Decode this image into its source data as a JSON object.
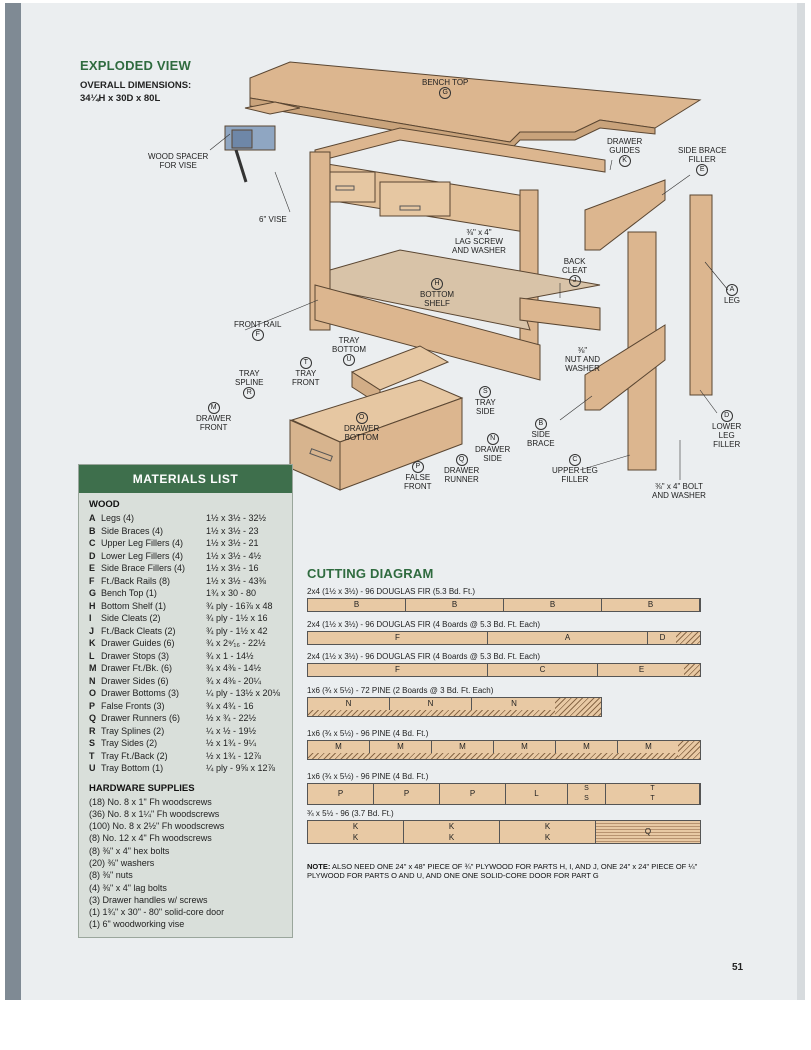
{
  "header": {
    "title": "EXPLODED VIEW",
    "dims_label": "OVERALL DIMENSIONS:",
    "dims_value": "34¼H x 30D x 80L"
  },
  "labels": {
    "bench_top": "BENCH TOP",
    "bench_top_id": "G",
    "wood_spacer": "WOOD SPACER\nFOR VISE",
    "vise": "6\" VISE",
    "drawer_guides": "DRAWER\nGUIDES",
    "drawer_guides_id": "K",
    "side_brace_filler": "SIDE BRACE\nFILLER",
    "side_brace_filler_id": "E",
    "lag_screw": "⅜\" x 4\"\nLAG SCREW\nAND WASHER",
    "back_cleat": "BACK\nCLEAT",
    "back_cleat_id": "J",
    "leg": "LEG",
    "leg_id": "A",
    "bottom_shelf": "BOTTOM\nSHELF",
    "bottom_shelf_id": "H",
    "front_rail": "FRONT RAIL",
    "front_rail_id": "F",
    "tray_bottom": "TRAY\nBOTTOM",
    "tray_bottom_id": "U",
    "tray_front": "TRAY\nFRONT",
    "tray_front_id": "T",
    "tray_spline": "TRAY\nSPLINE",
    "tray_spline_id": "R",
    "nut_washer": "⅜\"\nNUT AND\nWASHER",
    "drawer_front": "DRAWER\nFRONT",
    "drawer_front_id": "M",
    "drawer_bottom": "DRAWER\nBOTTOM",
    "drawer_bottom_id": "O",
    "tray_side": "TRAY\nSIDE",
    "tray_side_id": "S",
    "side_brace": "SIDE\nBRACE",
    "side_brace_id": "B",
    "drawer_side": "DRAWER\nSIDE",
    "drawer_side_id": "N",
    "lower_leg_filler": "LOWER\nLEG\nFILLER",
    "lower_leg_filler_id": "D",
    "false_front": "FALSE\nFRONT",
    "false_front_id": "P",
    "drawer_runner": "DRAWER\nRUNNER",
    "drawer_runner_id": "Q",
    "upper_leg_filler": "UPPER LEG\nFILLER",
    "upper_leg_filler_id": "C",
    "bolt_washer": "⅜\" x 4\" BOLT\nAND WASHER"
  },
  "materials": {
    "title": "MATERIALS LIST",
    "wood_heading": "WOOD",
    "wood": [
      {
        "id": "A",
        "name": "Legs (4)",
        "dim": "1½ x 3½ - 32½"
      },
      {
        "id": "B",
        "name": "Side Braces (4)",
        "dim": "1½ x 3½ - 23"
      },
      {
        "id": "C",
        "name": "Upper Leg Fillers (4)",
        "dim": "1½ x 3½ - 21"
      },
      {
        "id": "D",
        "name": "Lower Leg Fillers (4)",
        "dim": "1½ x 3½ - 4½"
      },
      {
        "id": "E",
        "name": "Side Brace Fillers (4)",
        "dim": "1½ x 3½ - 16"
      },
      {
        "id": "F",
        "name": "Ft./Back Rails (8)",
        "dim": "1½ x 3½ - 43⅜"
      },
      {
        "id": "G",
        "name": "Bench Top (1)",
        "dim": "1¾ x 30 - 80"
      },
      {
        "id": "H",
        "name": "Bottom Shelf (1)",
        "dim": "¾ ply - 16⅞ x 48"
      },
      {
        "id": "I",
        "name": "Side Cleats (2)",
        "dim": "¾ ply - 1½ x 16"
      },
      {
        "id": "J",
        "name": "Ft./Back Cleats (2)",
        "dim": "¾ ply - 1½ x 42"
      },
      {
        "id": "K",
        "name": "Drawer Guides (6)",
        "dim": "¾ x 2⁹⁄₁₆ - 22½"
      },
      {
        "id": "L",
        "name": "Drawer Stops (3)",
        "dim": "¾ x 1 - 14½"
      },
      {
        "id": "M",
        "name": "Drawer Ft./Bk. (6)",
        "dim": "¾ x 4⅜ - 14½"
      },
      {
        "id": "N",
        "name": "Drawer Sides (6)",
        "dim": "¾ x 4⅜ - 20¼"
      },
      {
        "id": "O",
        "name": "Drawer Bottoms (3)",
        "dim": "¼ ply - 13½ x 20⅛"
      },
      {
        "id": "P",
        "name": "False Fronts (3)",
        "dim": "¾ x 4¾ - 16"
      },
      {
        "id": "Q",
        "name": "Drawer Runners (6)",
        "dim": "½ x ¾ - 22½"
      },
      {
        "id": "R",
        "name": "Tray Splines (2)",
        "dim": "¼ x ½ - 19½"
      },
      {
        "id": "S",
        "name": "Tray Sides (2)",
        "dim": "½ x 1¾ - 9¼"
      },
      {
        "id": "T",
        "name": "Tray Ft./Back (2)",
        "dim": "½ x 1¾ - 12⅞"
      },
      {
        "id": "U",
        "name": "Tray Bottom (1)",
        "dim": "¼ ply - 9⅝ x 12⅞"
      }
    ],
    "hardware_heading": "HARDWARE SUPPLIES",
    "hardware": [
      "(18) No. 8 x 1\" Fh woodscrews",
      "(36) No. 8 x 1¼\" Fh woodscrews",
      "(100) No. 8 x 2½\" Fh woodscrews",
      "(8) No. 12 x 4\" Fh woodscrews",
      "(8) ⅜\" x 4\" hex bolts",
      "(20) ⅜\" washers",
      "(8) ⅜\" nuts",
      "(4) ⅜\" x 4\" lag bolts",
      "(3) Drawer handles w/ screws",
      "(1) 1¾\" x 30\" - 80\" solid-core door",
      "(1) 6\" woodworking vise"
    ]
  },
  "cutting": {
    "title": "CUTTING DIAGRAM",
    "boards": [
      {
        "label": "2x4 (1½ x 3½) - 96 DOUGLAS FIR (5.3 Bd. Ft.)",
        "segs": [
          "B",
          "B",
          "B",
          "B"
        ]
      },
      {
        "label": "2x4 (1½ x 3½) - 96 DOUGLAS FIR (4 Boards @ 5.3 Bd. Ft. Each)",
        "segs": [
          "F",
          "A",
          "D"
        ]
      },
      {
        "label": "2x4 (1½ x 3½) - 96 DOUGLAS FIR (4 Boards @ 5.3 Bd. Ft. Each)",
        "segs": [
          "F",
          "C",
          "E"
        ]
      },
      {
        "label": "1x6 (¾ x 5½) - 72 PINE (2 Boards @ 3 Bd. Ft. Each)",
        "segs": [
          "N",
          "N",
          "N"
        ]
      },
      {
        "label": "1x6 (¾ x 5½) - 96 PINE (4 Bd. Ft.)",
        "segs": [
          "M",
          "M",
          "M",
          "M",
          "M",
          "M"
        ]
      },
      {
        "label": "1x6 (¾ x 5½) - 96 PINE (4 Bd. Ft.)",
        "segs": [
          "P",
          "P",
          "P",
          "L",
          "S",
          "S",
          "T",
          "T"
        ]
      },
      {
        "label": "¾ x 5½ - 96 (3.7 Bd. Ft.)",
        "segs": [
          "K",
          "K",
          "K",
          "K",
          "K",
          "K",
          "Q"
        ]
      }
    ],
    "note_bold": "NOTE:",
    "note": " ALSO NEED ONE 24\" x 48\" PIECE OF ¾\" PLYWOOD FOR PARTS H, I, AND J, ONE 24\" x 24\" PIECE OF ¼\" PLYWOOD FOR PARTS O AND U, AND ONE ONE SOLID-CORE DOOR FOR PART G"
  },
  "page_number": "51"
}
